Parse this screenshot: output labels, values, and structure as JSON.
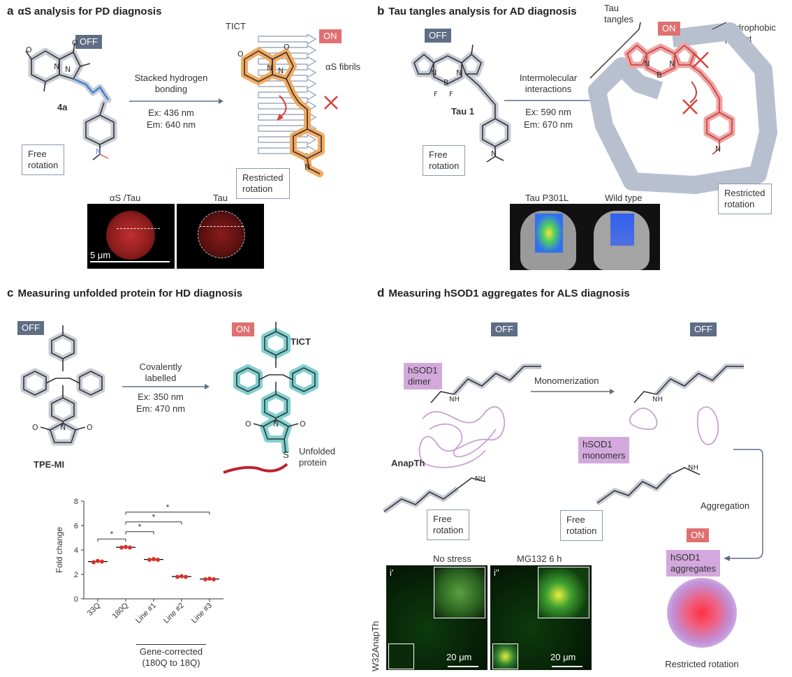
{
  "panels": {
    "a": {
      "letter": "a",
      "title": "αS analysis for PD diagnosis",
      "off_tag": "OFF",
      "on_tag": "ON",
      "compound": "4a",
      "free_rotation": "Free\nrotation",
      "arrow_label": "Stacked hydrogen\nbonding",
      "ex": "Ex: 436 nm",
      "em": "Em: 640 nm",
      "tict": "TICT",
      "fibrils": "αS fibrils",
      "restricted": "Restricted\nrotation",
      "img1_label": "αS /Tau",
      "img2_label": "Tau",
      "scale": "5 μm"
    },
    "b": {
      "letter": "b",
      "title": "Tau tangles analysis for AD diagnosis",
      "off_tag": "OFF",
      "on_tag": "ON",
      "compound": "Tau 1",
      "free_rotation": "Free\nrotation",
      "arrow_label": "Intermolecular\ninteractions",
      "ex": "Ex: 590 nm",
      "em": "Em: 670 nm",
      "tangles": "Tau\ntangles",
      "pocket": "Hydrophobic\npocket",
      "restricted": "Restricted\nrotation",
      "img1_label": "Tau P301L",
      "img2_label": "Wild type"
    },
    "c": {
      "letter": "c",
      "title": "Measuring unfolded protein for HD diagnosis",
      "off_tag": "OFF",
      "on_tag": "ON",
      "compound": "TPE-MI",
      "arrow_label": "Covalently\nlabelled",
      "ex": "Ex: 350 nm",
      "em": "Em: 470 nm",
      "tict": "TICT",
      "unfolded": "Unfolded\nprotein",
      "sulfur": "S",
      "gene_corrected": "Gene-corrected",
      "gene_sub": "(180Q to 18Q)"
    },
    "d": {
      "letter": "d",
      "title": "Measuring hSOD1 aggregates for ALS diagnosis",
      "off_tag": "OFF",
      "on_tag": "ON",
      "dimer": "hSOD1\ndimer",
      "monomers": "hSOD1\nmonomers",
      "aggregates": "hSOD1\naggregates",
      "monomerization": "Monomerization",
      "aggregation": "Aggregation",
      "compound": "AnapTh",
      "free_rotation": "Free\nrotation",
      "restricted": "Restricted rotation",
      "img1_label": "No stress",
      "img2_label": "MG132 6 h",
      "ylabel": "W32AnapTh",
      "img1_tag": "i'",
      "img2_tag": "i''",
      "scale": "20 μm"
    }
  },
  "chart_data": {
    "type": "scatter",
    "categories": [
      "33Q",
      "180Q",
      "Line #1",
      "Line #2",
      "Line #3"
    ],
    "series": [
      {
        "values": [
          [
            3.0,
            3.1,
            3.05
          ],
          [
            4.2,
            4.25,
            4.2
          ],
          [
            3.2,
            3.25,
            3.2
          ],
          [
            1.8,
            1.85,
            1.8
          ],
          [
            1.6,
            1.65,
            1.6
          ]
        ]
      }
    ],
    "means": [
      3.05,
      4.22,
      3.22,
      1.82,
      1.62
    ],
    "xlabel": "",
    "ylabel": "Fold change",
    "ylim": [
      0,
      8
    ],
    "yticks": [
      0,
      2,
      4,
      6,
      8
    ],
    "significance": [
      {
        "from": 0,
        "to": 1,
        "label": "*"
      },
      {
        "from": 1,
        "to": 2,
        "label": "*"
      },
      {
        "from": 1,
        "to": 3,
        "label": "*"
      },
      {
        "from": 1,
        "to": 4,
        "label": "*"
      }
    ],
    "colors": {
      "point": "#d8302c",
      "line": "#000000"
    }
  }
}
